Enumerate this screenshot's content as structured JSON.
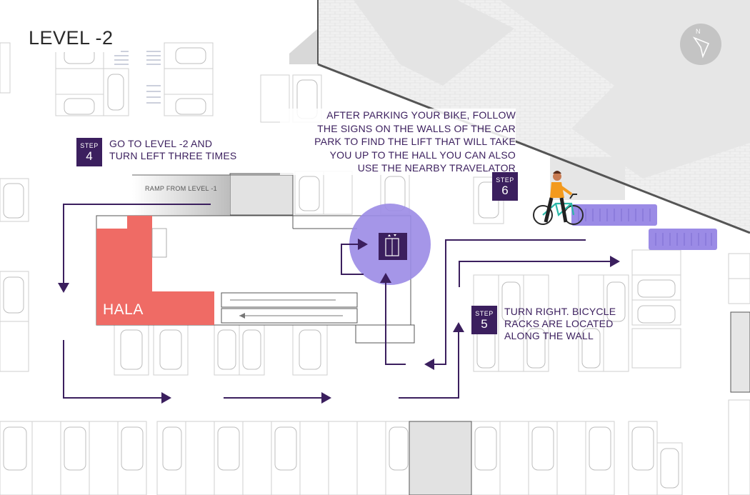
{
  "map": {
    "level_title": "LEVEL -2",
    "hall_label": "HALA",
    "ramp_label": "RAMP FROM LEVEL -1",
    "compass_letter": "N",
    "colors": {
      "route": "#3b1f5e",
      "hall": "#ef6b65",
      "lift_circle": "#9b8be6",
      "bike_racks": "#9b8be6",
      "building": "#e6e6e6",
      "step_badge": "#3b1f5e"
    },
    "steps": [
      {
        "label": "STEP",
        "number": "4",
        "text": "GO TO LEVEL -2 AND\nTURN LEFT THREE TIMES"
      },
      {
        "label": "STEP",
        "number": "5",
        "text": "TURN RIGHT. BICYCLE\nRACKS ARE LOCATED\nALONG THE WALL"
      },
      {
        "label": "STEP",
        "number": "6",
        "text": "AFTER PARKING YOUR BIKE, FOLLOW\nTHE SIGNS ON THE WALLS OF THE CAR\nPARK TO FIND THE LIFT THAT WILL TAKE\nYOU UP TO THE HALL YOU CAN ALSO\nUSE THE NEARBY TRAVELATOR"
      }
    ],
    "icons": [
      "compass-icon",
      "lift-icon",
      "cyclist-icon",
      "travelator-icon",
      "route-arrow-icon"
    ]
  }
}
